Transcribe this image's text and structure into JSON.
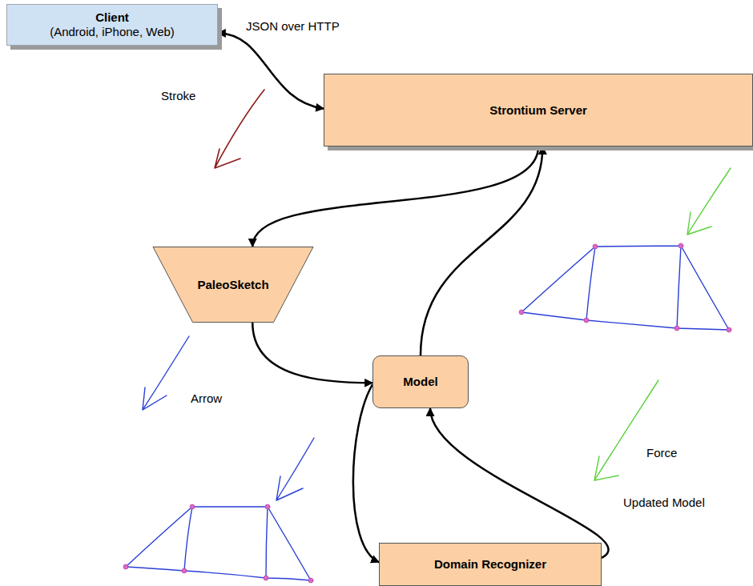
{
  "diagram": {
    "nodes": [
      {
        "text": [
          "Client",
          "(Android, iPhone, Web)"
        ]
      },
      {
        "text": [
          "Strontium Server"
        ]
      },
      {
        "text": [
          "PaleoSketch"
        ]
      },
      {
        "text": [
          "Model"
        ]
      },
      {
        "text": [
          "Domain Recognizer"
        ]
      }
    ],
    "edges": [
      {
        "from": 0,
        "to": 1,
        "arrow": "both",
        "label": "JSON over HTTP"
      },
      {
        "from": 1,
        "to": 2,
        "arrow": "to"
      },
      {
        "from": 2,
        "to": 3,
        "arrow": "to"
      },
      {
        "from": 3,
        "to": 4,
        "arrow": "to"
      },
      {
        "from": 4,
        "to": 3,
        "arrow": "to"
      },
      {
        "from": 3,
        "to": 1,
        "arrow": "to"
      }
    ],
    "labels": [
      "Stroke",
      "Arrow",
      "Force",
      "Updated Model"
    ]
  }
}
